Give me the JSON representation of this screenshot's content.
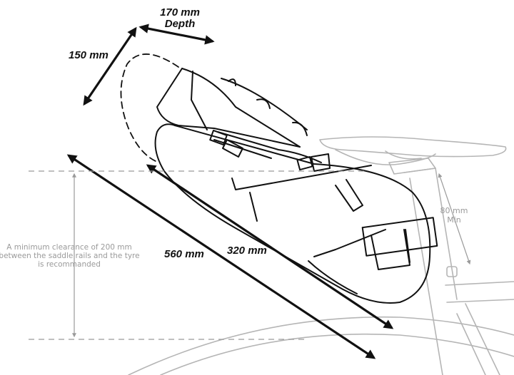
{
  "labels": {
    "depth_value": "170 mm",
    "depth_word": "Depth",
    "height": "150 mm",
    "length_total": "560 mm",
    "length_body": "320 mm",
    "seatpost_value": "80 mm",
    "seatpost_word": "Min",
    "clearance_line1": "A minimum clearance of 200 mm",
    "clearance_line2": "between the saddle rails and the tyre",
    "clearance_line3": "is recommanded"
  },
  "colors": {
    "ink": "#111111",
    "bike": "#b5b5b5",
    "guide": "#9a9a9a"
  }
}
